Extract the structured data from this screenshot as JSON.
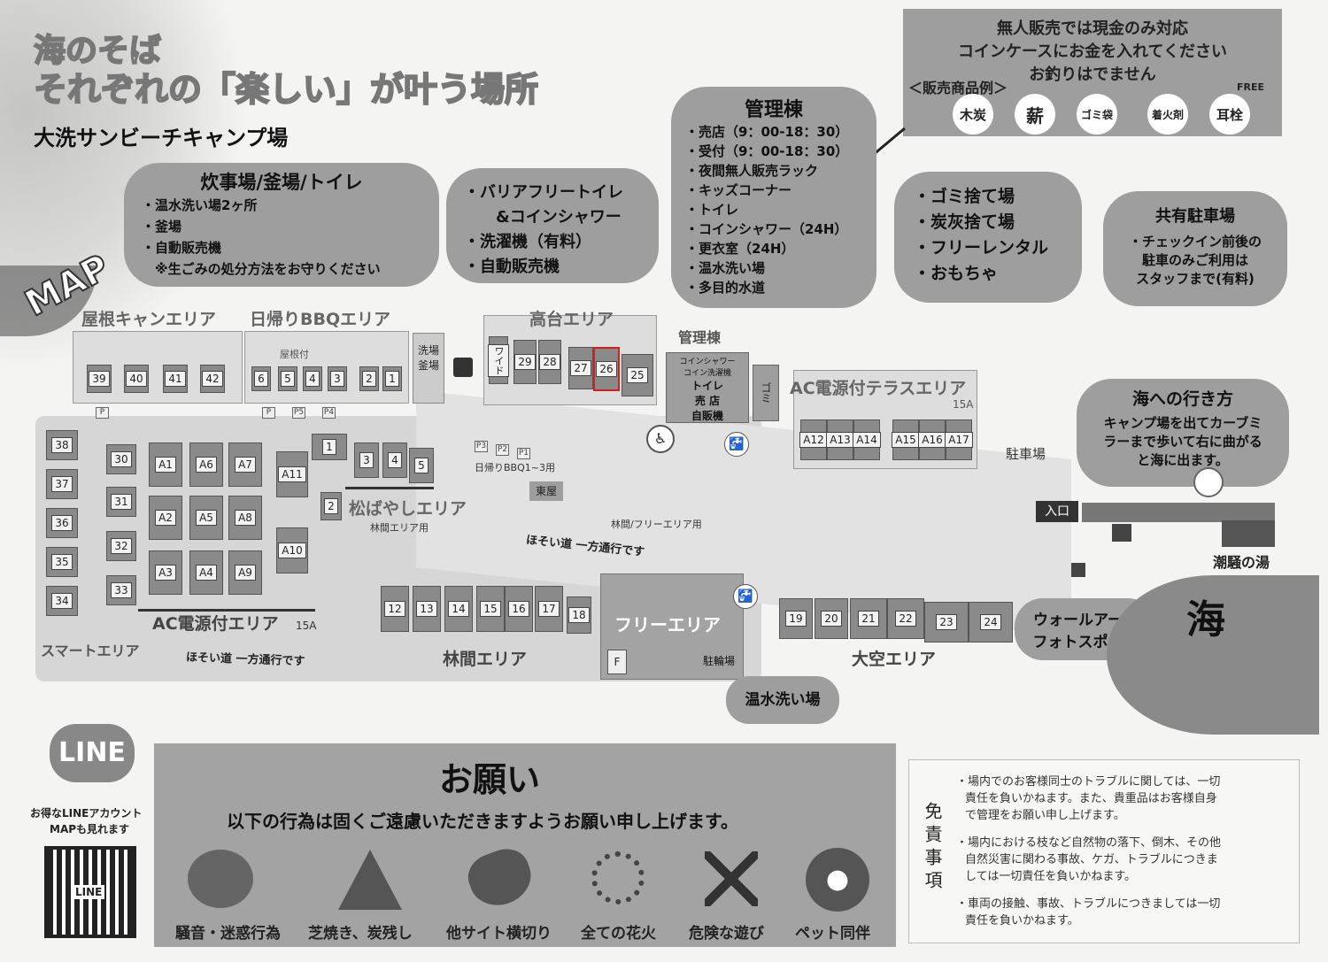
{
  "header": {
    "headline_1": "海のそば",
    "headline_2": "それぞれの「楽しい」が叶う場所",
    "site_name": "大洗サンビーチキャンプ場",
    "map_word": "MAP"
  },
  "notice_box": {
    "line_1": "無人販売では現金のみ対応",
    "line_2": "コインケースにお金を入れてください",
    "line_3": "お釣りはでません",
    "label": "＜販売商品例＞",
    "free_tag": "FREE",
    "items": [
      "木炭",
      "薪",
      "ゴミ袋",
      "着火剤",
      "耳栓"
    ]
  },
  "kanri_bubble": {
    "title": "管理棟",
    "items": [
      "・売店（9：00-18：30）",
      "・受付（9：00-18：30）",
      "・夜間無人販売ラック",
      "・キッズコーナー",
      "・トイレ",
      "・コインシャワー（24H）",
      "・更衣室（24H）",
      "・温水洗い場",
      "・多目的水道"
    ]
  },
  "suiji_bubble": {
    "title": "炊事場/釜場/トイレ",
    "items": [
      "・温水洗い場2ヶ所",
      "・釜場",
      "・自動販売機",
      "　※生ごみの処分方法をお守りください"
    ]
  },
  "barrier_bubble": {
    "items": [
      "・バリアフリートイレ",
      "　　&コインシャワー",
      "・洗濯機（有料）",
      "・自動販売機"
    ]
  },
  "gomi_bubble": {
    "items": [
      "・ゴミ捨て場",
      "・炭灰捨て場",
      "・フリーレンタル",
      "・おもちゃ"
    ]
  },
  "parking_bubble": {
    "title": "共有駐車場",
    "items": [
      "・チェックイン前後の",
      "駐車のみご利用は",
      "スタッフまで(有料)"
    ]
  },
  "sea_bubble": {
    "title": "海への行き方",
    "text_1": "キャンプ場を出てカーブミ",
    "text_2": "ラーまで歩いて右に曲がる",
    "text_3": "と海に出ます。"
  },
  "areas": {
    "yane": "屋根キャンエリア",
    "higaeri": "日帰りBBQエリア",
    "takadai": "高台エリア",
    "kanri": "管理棟",
    "terrace": "AC電源付テラスエリア",
    "terrace_amp": "15A",
    "matsu": "松ばやしエリア",
    "matsu_sub": "林間エリア用",
    "ac": "AC電源付エリア",
    "ac_amp": "15A",
    "smart": "スマートエリア",
    "rinkan": "林間エリア",
    "free": "フリーエリア",
    "ozora": "大空エリア",
    "parking": "駐車場",
    "azumaya": "東屋",
    "bbq_use": "日帰りBBQ1~3用",
    "rinkan_free": "林間/フリーエリア用",
    "oneway_1": "ほそい道 一方通行です",
    "oneway_2": "ほそい道 一方通行です",
    "yanetsuki": "屋根付",
    "araiba": "洗場釜場",
    "wide": "ワイド",
    "coin_shower": "コインシャワー",
    "coin_wash": "コイン洗濯機",
    "toilet": "トイレ",
    "shop": "売 店",
    "vending": "自販機",
    "gomi": "ゴミ",
    "churin": "駐輪場",
    "onsui": "温水洗い場",
    "wallart_1": "ウォールアート",
    "wallart_2": "フォトスポット",
    "entrance": "入口",
    "umi": "海",
    "shiosai": "潮騒の湯",
    "f_mark": "F"
  },
  "sites": {
    "yane": [
      "39",
      "40",
      "41",
      "42"
    ],
    "bbq": [
      "6",
      "5",
      "4",
      "3",
      "2",
      "1"
    ],
    "takadai": [
      "29",
      "28",
      "27",
      "26",
      "25"
    ],
    "terrace": [
      "A12",
      "A13",
      "A14",
      "A15",
      "A16",
      "A17"
    ],
    "smart": [
      "38",
      "37",
      "36",
      "35",
      "34"
    ],
    "ac_col": [
      "30",
      "31",
      "32",
      "33"
    ],
    "ac_a": [
      "A1",
      "A6",
      "A7",
      "A2",
      "A5",
      "A8",
      "A3",
      "A4",
      "A9"
    ],
    "a11": "A11",
    "a10": "A10",
    "matsu": [
      "1",
      "2",
      "3",
      "4",
      "5"
    ],
    "rinkan": [
      "12",
      "13",
      "14",
      "15",
      "16",
      "17",
      "18"
    ],
    "ozora": [
      "19",
      "20",
      "21",
      "22",
      "23",
      "24"
    ],
    "parking_tags": [
      "P",
      "P",
      "P5",
      "P4",
      "P3",
      "P2",
      "P1"
    ]
  },
  "line": {
    "logo": "LINE",
    "text_1": "お得なLINEアカウント",
    "text_2": "MAPも見れます",
    "qr_label": "LINE"
  },
  "request": {
    "title": "お願い",
    "subtitle": "以下の行為は固くご遠慮いただきますようお願い申し上げます。",
    "items": [
      "騒音・迷惑行為",
      "芝焼き、炭残し",
      "他サイト横切り",
      "全ての花火",
      "危険な遊び",
      "ペット同伴"
    ]
  },
  "disclaimer": {
    "title": "免責事項",
    "p1_1": "・場内でのお客様同士のトラブルに関しては、一切",
    "p1_2": "責任を負いかねます。また、貴重品はお客様自身",
    "p1_3": "で管理をお願い申し上げます。",
    "p2_1": "・場内における枝など自然物の落下、倒木、その他",
    "p2_2": "自然災害に関わる事故、ケガ、トラブルにつきま",
    "p2_3": "しては一切責任を負いかねます。",
    "p3_1": "・車両の接触、事故、トラブルにつきましては一切",
    "p3_2": "責任を負いかねます。"
  },
  "colors": {
    "bubble": "#9e9e9e",
    "site": "#8a8a8a",
    "ground": "#d6d6d6",
    "accent_red": "#cc2222"
  }
}
